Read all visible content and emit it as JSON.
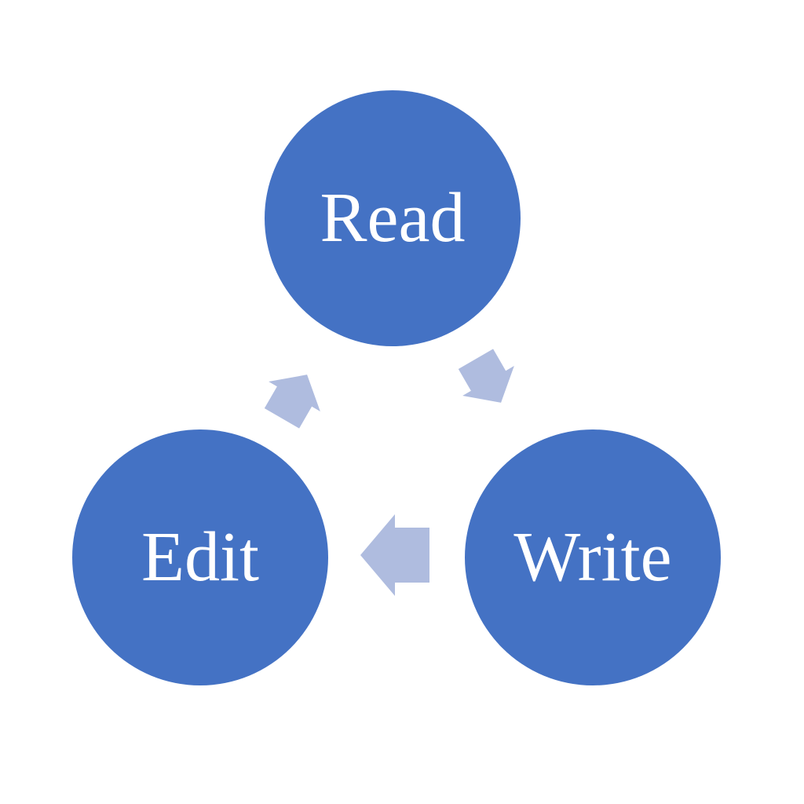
{
  "diagram": {
    "type": "cycle",
    "nodes": [
      {
        "id": "read",
        "label": "Read"
      },
      {
        "id": "write",
        "label": "Write"
      },
      {
        "id": "edit",
        "label": "Edit"
      }
    ],
    "arrows": [
      {
        "from": "read",
        "to": "write"
      },
      {
        "from": "write",
        "to": "edit"
      },
      {
        "from": "edit",
        "to": "read"
      }
    ]
  },
  "theme": {
    "background": "#FFFFFF",
    "node_fill": "#4472C4",
    "node_text": "#FFFFFF",
    "arrow_fill": "#AFBCDF"
  }
}
